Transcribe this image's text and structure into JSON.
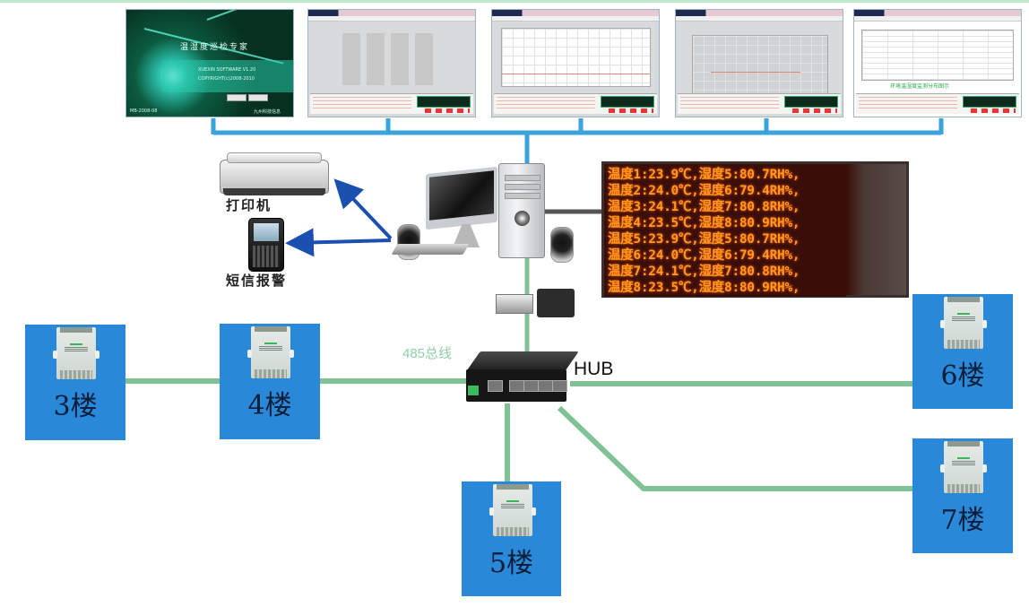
{
  "diagram": {
    "title": "温湿度监测系统网络拓扑",
    "colors": {
      "top_bus": "#3aa3dc",
      "rs485_bus": "#7fc295",
      "floor_box": "#2a88d8",
      "alarm_arrow": "#1b4fb0",
      "led_text": "#ff9a1e"
    }
  },
  "screens": [
    {
      "name": "splash",
      "title": "温湿度巡检专家",
      "line1": "XUEXIN SOFTWARE V1.20",
      "line2": "COPYRIGHT(c)2008-2010",
      "footer_left": "MB-2008-08",
      "footer_right": "九州科技信息"
    },
    {
      "name": "settings-grid"
    },
    {
      "name": "realtime-curve"
    },
    {
      "name": "history-chart"
    },
    {
      "name": "floor-layout",
      "caption": "环境温湿度监测分布图示"
    }
  ],
  "devices": {
    "printer_label": "打印机",
    "sms_label": "短信报警",
    "hub_label": "HUB",
    "bus_label": "485总线"
  },
  "led_display": {
    "lines": [
      "温度1:23.9℃,湿度5:80.7RH%,",
      "温度2:24.0℃,湿度6:79.4RH%,",
      "温度3:24.1℃,湿度7:80.8RH%,",
      "温度4:23.5℃,湿度8:80.9RH%,",
      "温度5:23.9℃,湿度5:80.7RH%,",
      "温度6:24.0℃,湿度6:79.4RH%,",
      "温度7:24.1℃,湿度7:80.8RH%,",
      "温度8:23.5℃,湿度8:80.9RH%,"
    ]
  },
  "floors": [
    {
      "label": "3楼"
    },
    {
      "label": "4楼"
    },
    {
      "label": "5楼"
    },
    {
      "label": "6楼"
    },
    {
      "label": "7楼"
    }
  ]
}
